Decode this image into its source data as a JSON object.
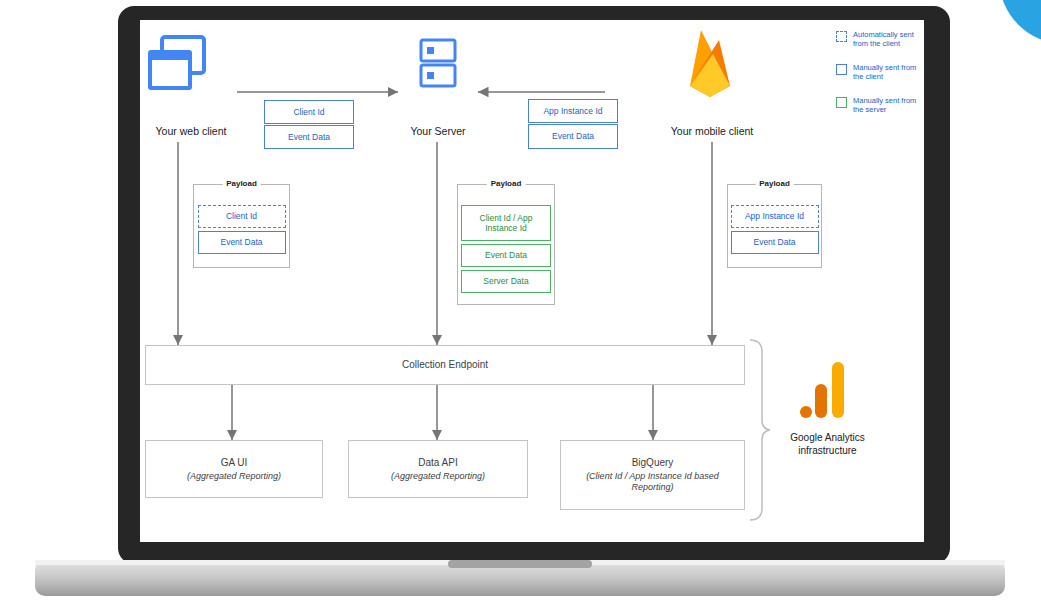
{
  "diagram": {
    "nodes": [
      {
        "text": [
          "Your web client"
        ]
      },
      {
        "text": [
          "Your Server"
        ]
      },
      {
        "text": [
          "Your mobile client"
        ]
      },
      {
        "text": [
          "Client Id"
        ]
      },
      {
        "text": [
          "Event Data"
        ]
      },
      {
        "text": [
          "App Instance Id"
        ]
      },
      {
        "text": [
          "Event Data"
        ]
      },
      {
        "text": [
          "Payload"
        ]
      },
      {
        "text": [
          "Client Id"
        ],
        "in": 7
      },
      {
        "text": [
          "Event Data"
        ],
        "in": 7
      },
      {
        "text": [
          "Payload"
        ]
      },
      {
        "text": [
          "Client Id / App Instance Id"
        ],
        "in": 10
      },
      {
        "text": [
          "Event Data"
        ],
        "in": 10
      },
      {
        "text": [
          "Server Data"
        ],
        "in": 10
      },
      {
        "text": [
          "Payload"
        ]
      },
      {
        "text": [
          "App Instance Id"
        ],
        "in": 14
      },
      {
        "text": [
          "Event Data"
        ],
        "in": 14
      },
      {
        "text": [
          "Collection Endpoint"
        ]
      },
      {
        "text": [
          "GA UI",
          "(Aggregated Reporting)"
        ]
      },
      {
        "text": [
          "Data API",
          "(Aggregated Reporting)"
        ]
      },
      {
        "text": [
          "BigQuery",
          "(Client Id / App Instance Id based Reporting)"
        ]
      }
    ],
    "edges": [
      {
        "from": 0,
        "to": 1,
        "arrow": "to"
      },
      {
        "from": 2,
        "to": 1,
        "arrow": "to"
      },
      {
        "from": 0,
        "to": 17,
        "arrow": "to"
      },
      {
        "from": 1,
        "to": 17,
        "arrow": "to"
      },
      {
        "from": 2,
        "to": 17,
        "arrow": "to"
      },
      {
        "from": 17,
        "to": 18,
        "arrow": "to"
      },
      {
        "from": 17,
        "to": 19,
        "arrow": "to"
      },
      {
        "from": 17,
        "to": 20,
        "arrow": "to"
      }
    ],
    "labels": [
      "Google Analytics infrastructure"
    ],
    "legend": [
      {
        "text": "Automatically sent from the client"
      },
      {
        "text": "Manually sent from the client"
      },
      {
        "text": "Manually sent from the server"
      }
    ]
  }
}
